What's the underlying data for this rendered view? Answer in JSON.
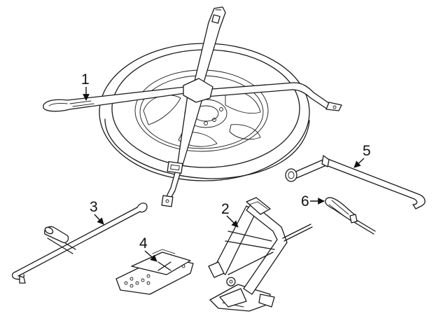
{
  "callouts": {
    "c1": "1",
    "c2": "2",
    "c3": "3",
    "c4": "4",
    "c5": "5",
    "c6": "6"
  },
  "colors": {
    "line": "#1a1a1a",
    "background": "#ffffff"
  },
  "icons": [
    "arrow-head-icon"
  ]
}
